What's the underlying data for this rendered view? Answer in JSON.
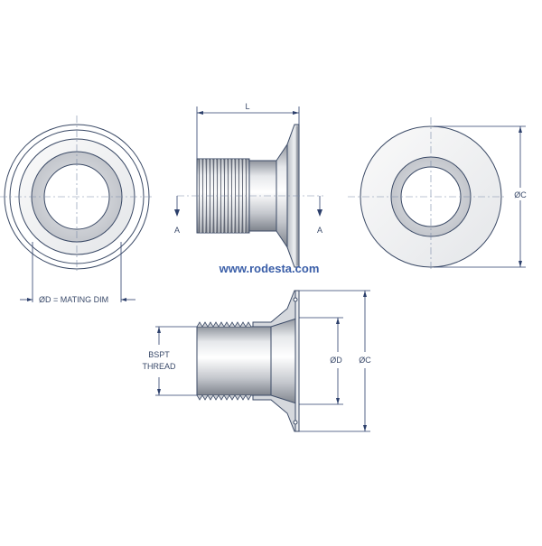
{
  "labels": {
    "length": "L",
    "section_left": "A",
    "section_right": "A",
    "mating_dim": "ØD = MATING DIM",
    "outer_dia_end": "ØC",
    "website": "www.rodesta.com",
    "thread_line1": "BSPT",
    "thread_line2": "THREAD",
    "inner_dia_section": "ØD",
    "outer_dia_section": "ØC"
  },
  "colors": {
    "outline": "#3b4a66",
    "dimension": "#2c3f6b",
    "metal_light": "#f4f5f7",
    "metal_mid": "#c9ccd2",
    "metal_dark": "#8e939c",
    "website": "#3a5ea8"
  }
}
